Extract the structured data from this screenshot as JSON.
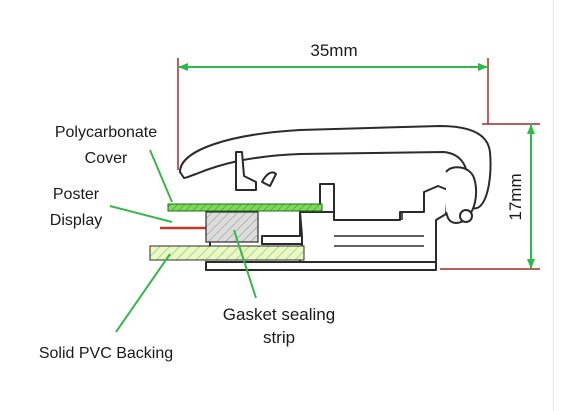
{
  "dimensions": {
    "width_label": "35mm",
    "height_label": "17mm"
  },
  "labels": {
    "polycarbonate_line1": "Polycarbonate",
    "polycarbonate_line2": "Cover",
    "poster_line1": "Poster",
    "poster_line2": "Display",
    "gasket_line1": "Gasket sealing",
    "gasket_line2": "strip",
    "pvc": "Solid PVC Backing"
  },
  "colors": {
    "dimension_line": "#2db84a",
    "extension_line": "#a52a2a",
    "leader_line": "#39b54a",
    "profile_stroke": "#2b2b2b",
    "cover_fill": "#7ed957",
    "backing_fill": "#e9f7a8",
    "gasket_fill": "#d6d6d6",
    "poster_line": "#c0392b"
  }
}
